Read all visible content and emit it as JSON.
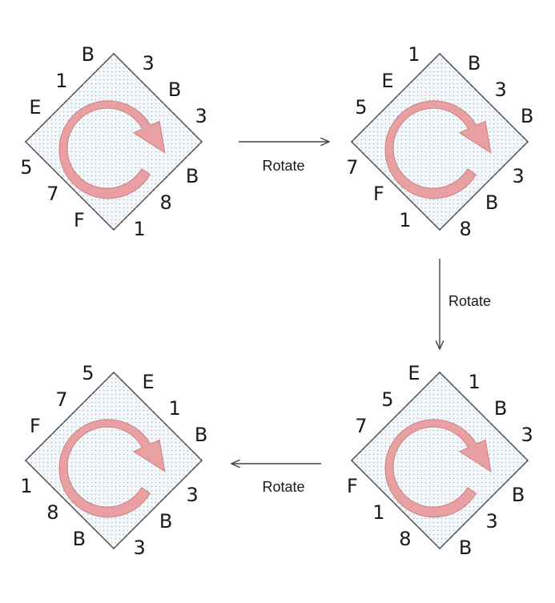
{
  "diagram": {
    "rotate_label": "Rotate",
    "colors": {
      "arrow_fill": "#e8a0a2",
      "arrow_stroke": "#cc8080",
      "tile_fill": "#f4f8fb",
      "dot": "#9fb3c8",
      "outline": "#555555"
    },
    "tiles": [
      {
        "name": "tile-1",
        "labels": [
          "3",
          "B",
          "3",
          "B",
          "8",
          "1",
          "F",
          "7",
          "5",
          "E",
          "1",
          "B"
        ]
      },
      {
        "name": "tile-2",
        "labels": [
          "B",
          "3",
          "B",
          "3",
          "B",
          "8",
          "1",
          "F",
          "7",
          "5",
          "E",
          "1"
        ]
      },
      {
        "name": "tile-3",
        "labels": [
          "1",
          "B",
          "3",
          "B",
          "3",
          "B",
          "8",
          "1",
          "F",
          "7",
          "5",
          "E"
        ]
      },
      {
        "name": "tile-4",
        "labels": [
          "E",
          "1",
          "B",
          "3",
          "B",
          "3",
          "B",
          "8",
          "1",
          "F",
          "7",
          "5"
        ]
      }
    ]
  }
}
